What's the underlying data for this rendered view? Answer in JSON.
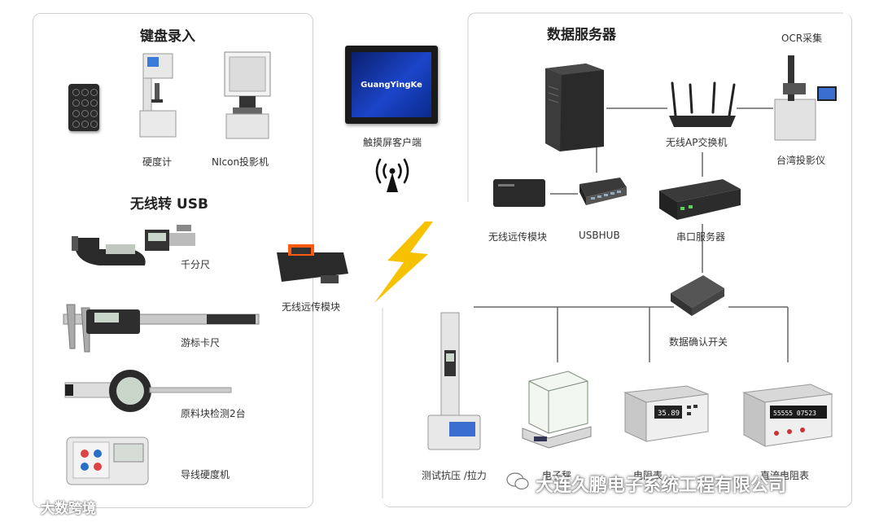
{
  "left_panel": {
    "title_keyboard": "键盘录入",
    "title_wireless": "无线转 USB",
    "labels": {
      "hardness": "硬度计",
      "projector": "NIcon投影机",
      "micrometer": "千分尺",
      "caliper": "游标卡尺",
      "gauge": "原料块检测2台",
      "wire_hardness": "导线硬度机",
      "wireless_module": "无线远传模块"
    }
  },
  "center": {
    "touchscreen_label": "触摸屏客户端",
    "screen_brand": "GuangYingKe"
  },
  "right_panel": {
    "title": "数据服务器",
    "labels": {
      "ocr": "OCR采集",
      "ap": "无线AP交换机",
      "taiwan_projector": "台湾投影仪",
      "wireless_module": "无线远传模块",
      "usbhub": "USBHUB",
      "serial_server": "串口服务器",
      "confirm_switch": "数据确认开关",
      "tensile": "测试抗压 /拉力",
      "balance": "电子秤",
      "meter1": "电阻表",
      "meter2": "直流电阻表"
    }
  },
  "watermark": {
    "company": "大连久鹏电子系统工程有限公司",
    "source": "大数跨境"
  },
  "colors": {
    "bolt": "#f6c200",
    "panel_border": "#cfcfcf",
    "wire": "#666666"
  }
}
